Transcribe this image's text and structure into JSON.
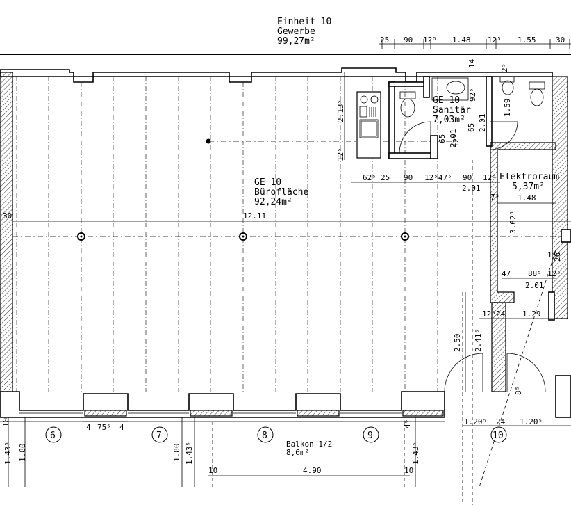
{
  "header": {
    "unit_label": "Einheit  10",
    "unit_use": "Gewerbe",
    "unit_area": "99,27m²"
  },
  "rooms": {
    "office": {
      "name": "GE  10",
      "type": "Bürofläche",
      "area": "92,24m²"
    },
    "sanitary": {
      "name": "GE  10",
      "type": "Sanitär",
      "area": "7,03m²"
    },
    "electrical": {
      "name": "Elektroraum",
      "area": "5,37m²",
      "width": "1.48"
    },
    "balcony": {
      "name": "Balkon  1/2",
      "area": "8,6m²"
    }
  },
  "axes": [
    "6",
    "7",
    "8",
    "9",
    "10"
  ],
  "dimensions": {
    "top_chain": [
      "25",
      "90",
      "12⁵",
      "1.48",
      "12⁵",
      "1.55",
      "30"
    ],
    "mid_chain": [
      "62⁵",
      "25",
      "90",
      "12⁵47⁵",
      "90",
      "12⁵"
    ],
    "span": "12.11",
    "left_30": "30",
    "door_201": "2.01",
    "elec_201": "2.01",
    "h_213": "2.13⁵",
    "h_125": "12⁵",
    "h_159": "1.59",
    "san_vert": [
      "2.01",
      "65",
      "12⁵",
      "65",
      "2.01"
    ],
    "san_right": "92⁵",
    "elec_h": "3.62⁵",
    "elec_bottom": [
      "47",
      "88⁵",
      "12⁵"
    ],
    "elec_75": "7⁵",
    "low_chain": [
      "12⁵",
      "24",
      "1.29"
    ],
    "h_250": "2.50",
    "h_241": "2.41⁵",
    "pier": [
      "4",
      "75⁵",
      "4"
    ],
    "balcony_width": "4.90",
    "balcony_ends": [
      "10",
      "10"
    ],
    "left_stack": [
      "1.43⁵",
      "1.80"
    ],
    "mid_stack": [
      "1.80",
      "1.43⁵"
    ],
    "right_stack": [
      "1.43⁵"
    ],
    "small_10": "10",
    "small_14": "14",
    "bottom_right": [
      "1.20⁵",
      "24",
      "1.20⁵"
    ],
    "misc_46": "4⁶",
    "misc_85": "8⁵",
    "misc_145": "1⁴⁵",
    "misc_26": "26",
    "misc_25": "2⁵"
  }
}
